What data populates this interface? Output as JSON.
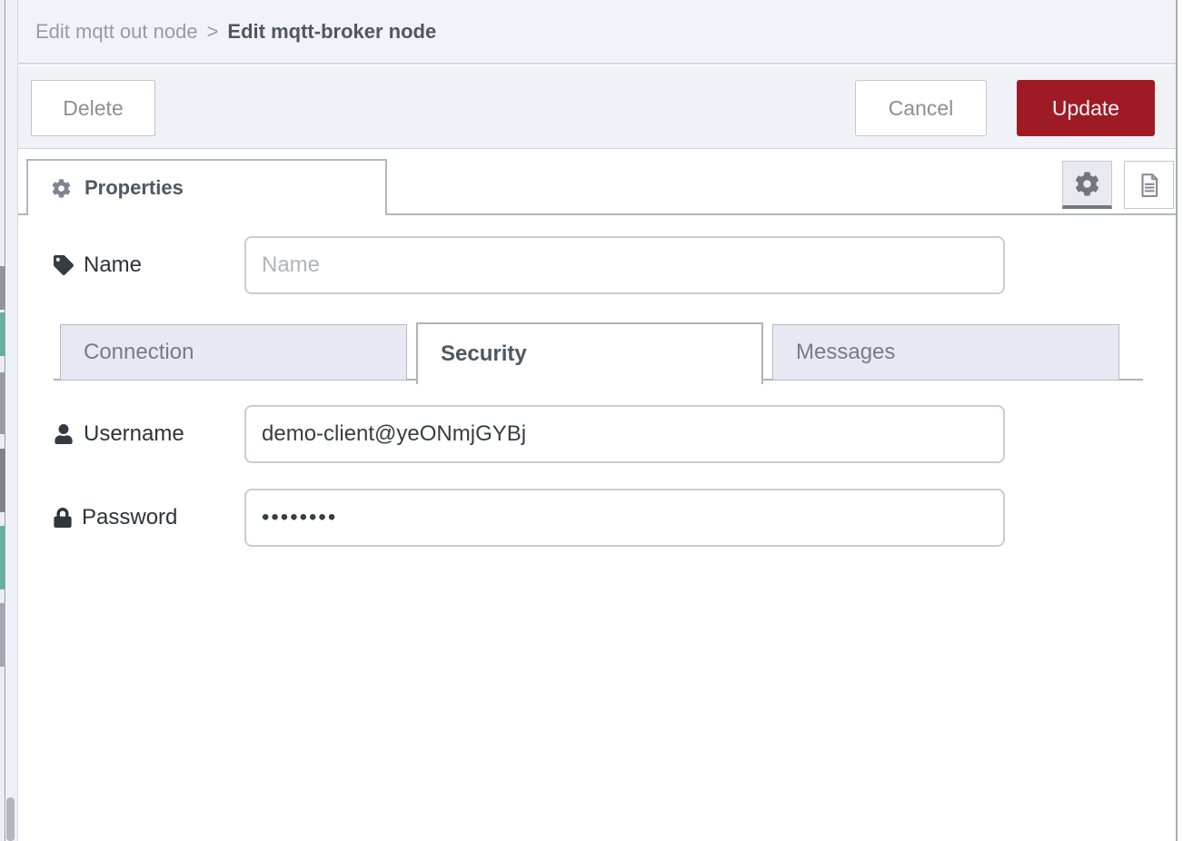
{
  "breadcrumb": {
    "parent": "Edit mqtt out node",
    "separator": ">",
    "current": "Edit mqtt-broker node"
  },
  "toolbar": {
    "delete_label": "Delete",
    "cancel_label": "Cancel",
    "update_label": "Update"
  },
  "editor": {
    "properties_tab_label": "Properties",
    "header_icon_buttons": [
      {
        "name": "node-properties",
        "icon": "gear-icon",
        "selected": true
      },
      {
        "name": "node-description",
        "icon": "file-icon",
        "selected": false
      }
    ]
  },
  "form": {
    "name": {
      "label": "Name",
      "placeholder": "Name",
      "value": "",
      "icon": "tag-icon"
    },
    "security_tabs": {
      "items": [
        {
          "label": "Connection",
          "active": false
        },
        {
          "label": "Security",
          "active": true
        },
        {
          "label": "Messages",
          "active": false
        }
      ]
    },
    "username": {
      "label": "Username",
      "value": "demo-client@yeONmjGYBj",
      "icon": "user-icon"
    },
    "password": {
      "label": "Password",
      "masked_value": "••••••••",
      "icon": "lock-icon"
    }
  },
  "colors": {
    "update_button": "#9e1b26",
    "header_bg": "#f1f1f8",
    "inactive_tab_bg": "#e7e8f3",
    "active_text": "#4d5861",
    "palette_teal": "#6cada1"
  }
}
